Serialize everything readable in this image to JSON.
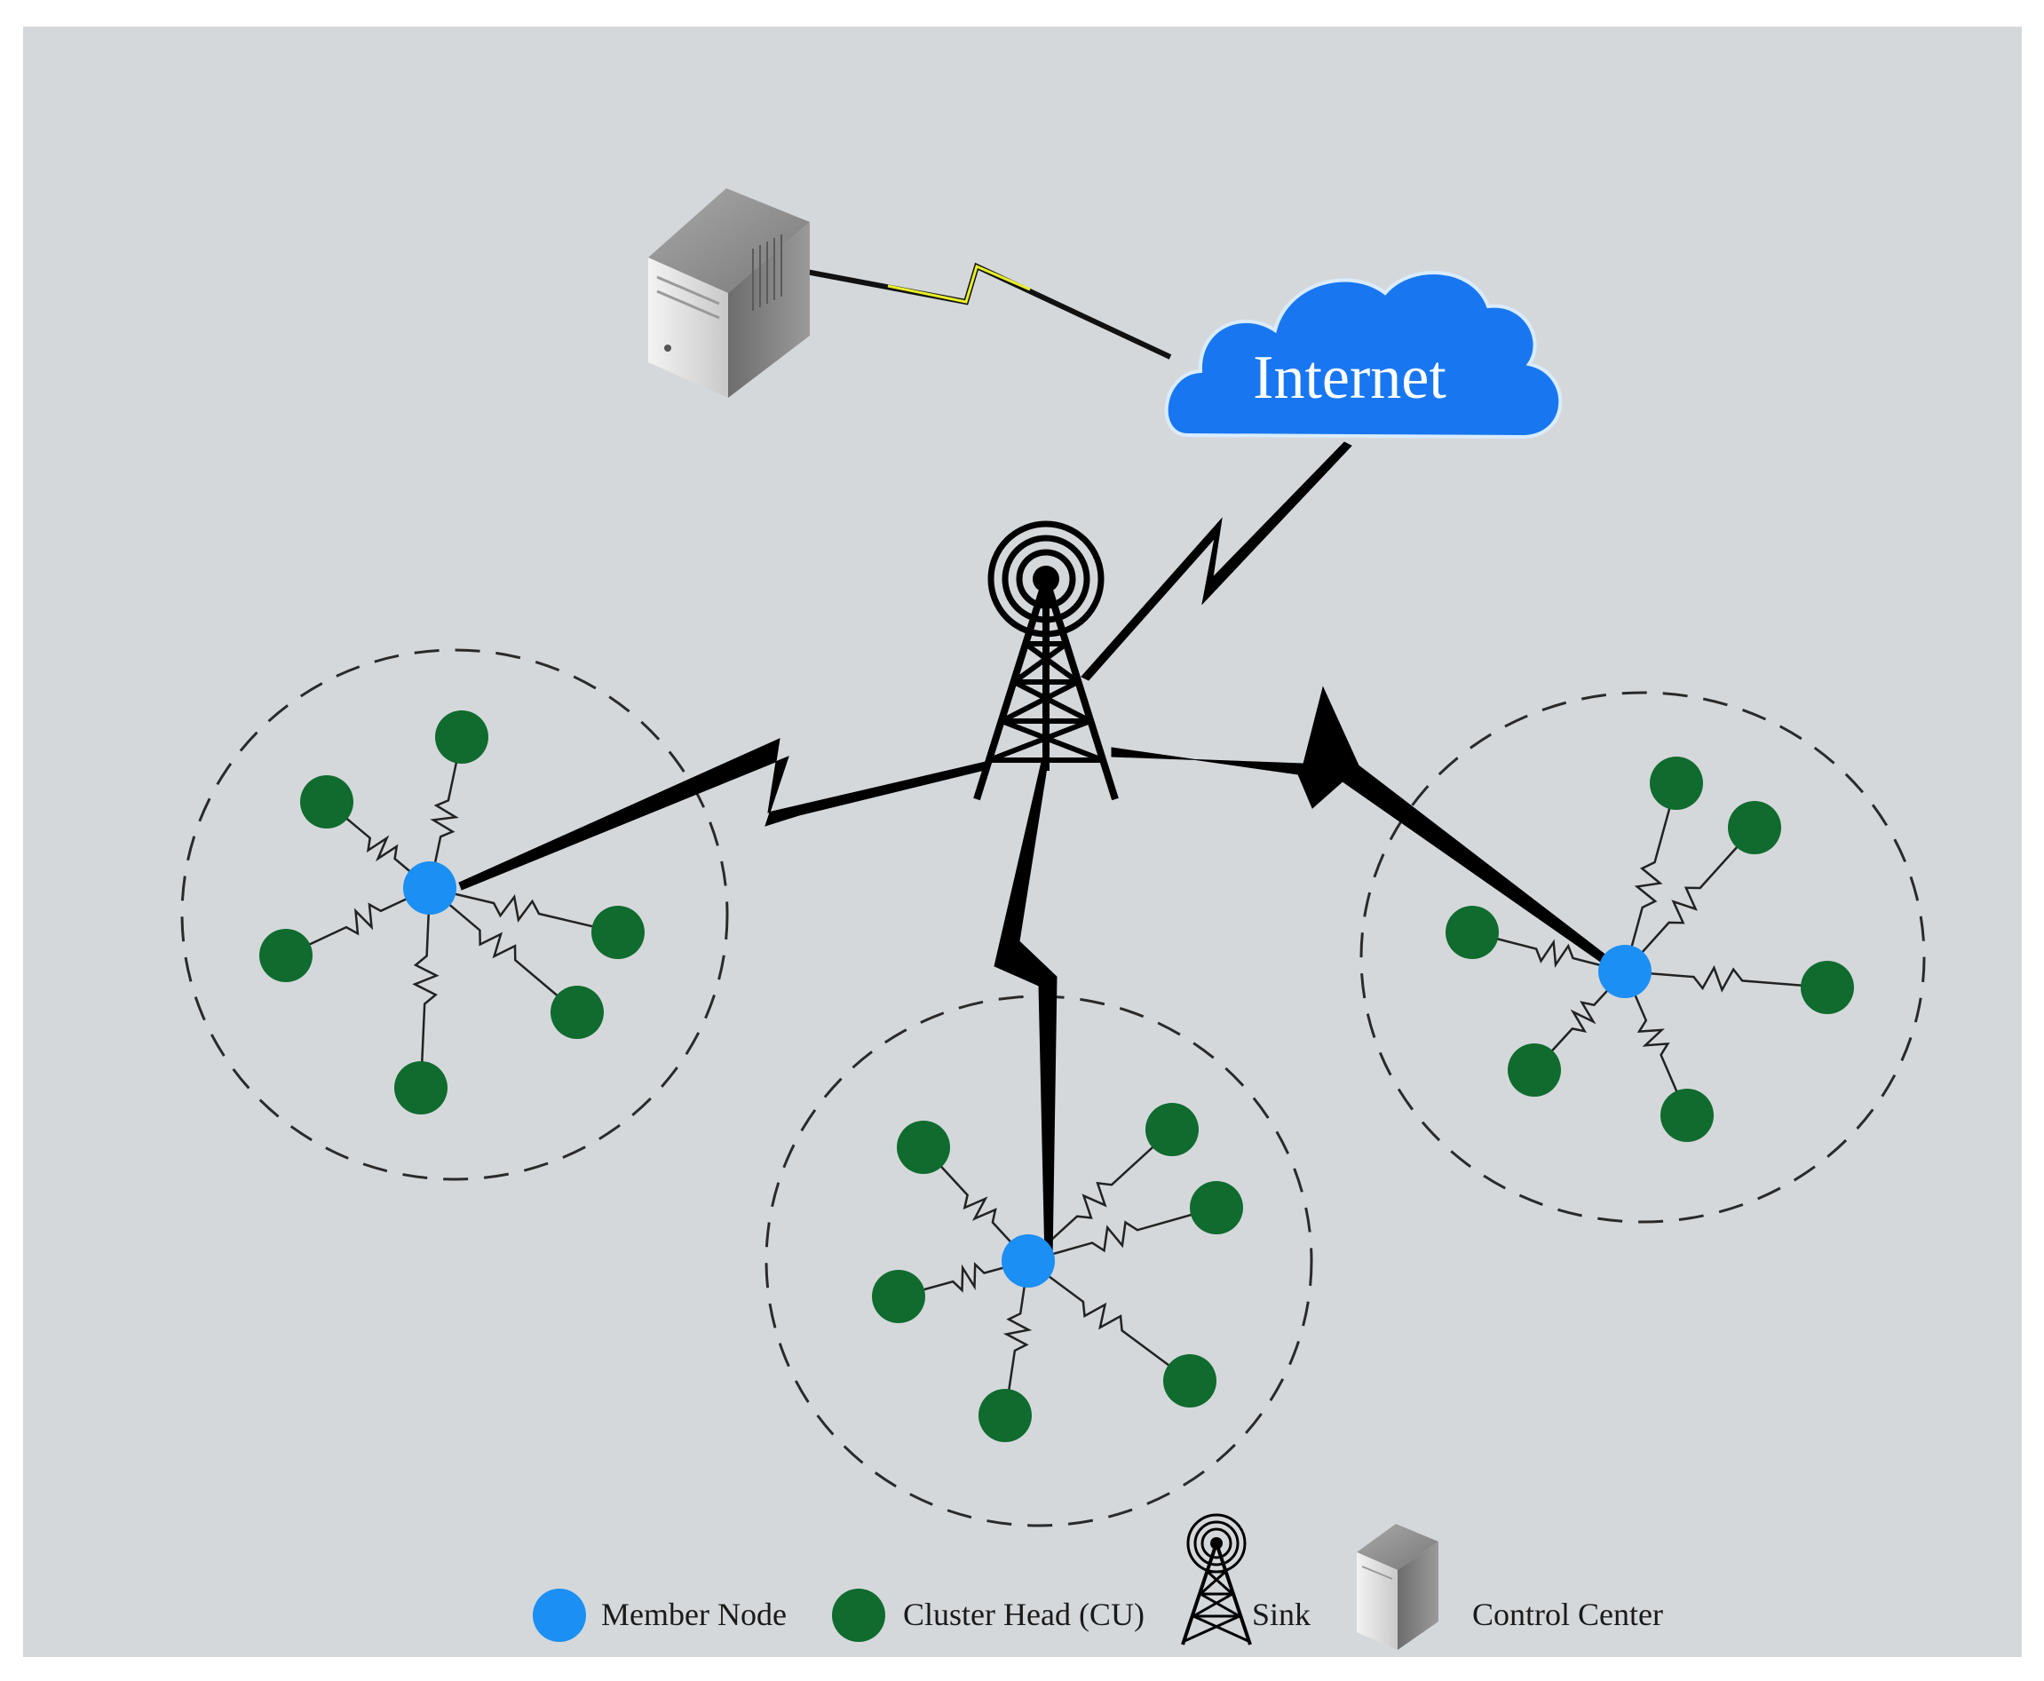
{
  "internet_label": "Internet",
  "legend": {
    "member_node": "Member Node",
    "cluster_head": "Cluster Head (CU)",
    "sink": "Sink",
    "control_center": "Control Center"
  },
  "colors": {
    "background": "#d5d8db",
    "member_node": "#1b8ff3",
    "cluster_head": "#0f6b2e",
    "cloud": "#1877f0",
    "wired_link_highlight": "#e8f02a"
  },
  "icons": {
    "control_center": "server-tower-icon",
    "internet": "cloud-icon",
    "sink": "radio-tower-icon"
  }
}
